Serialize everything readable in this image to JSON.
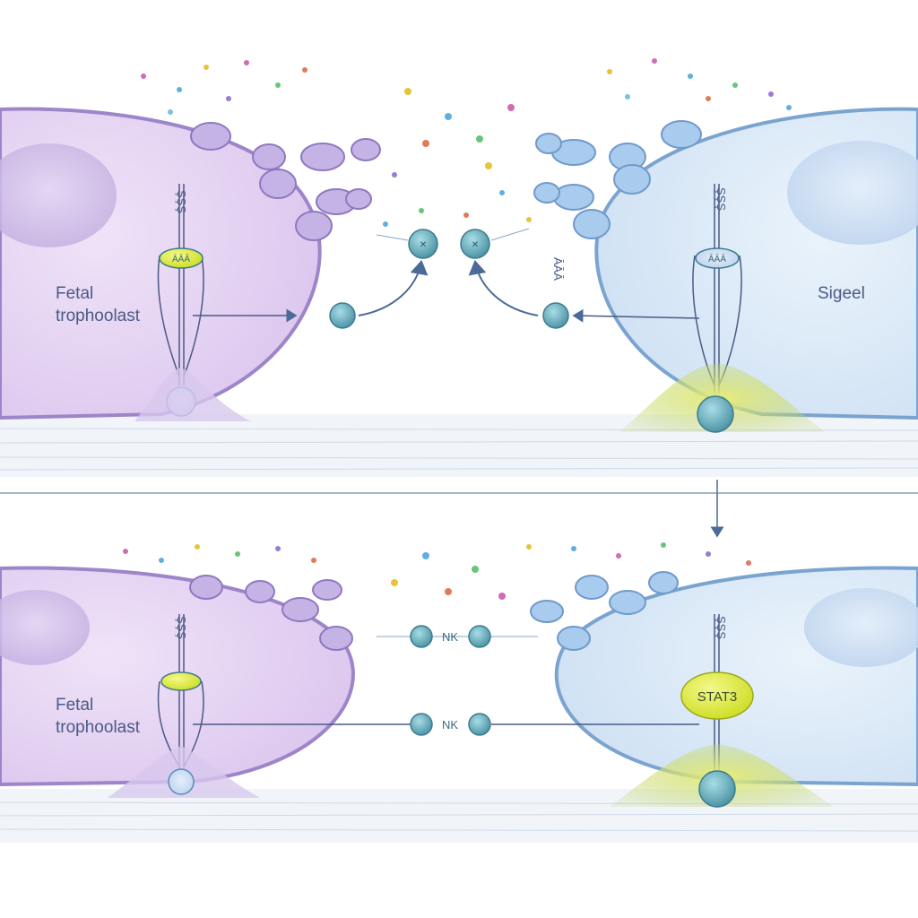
{
  "panels": {
    "top": {
      "left_cell_label": [
        "Fetal",
        "trophoolast"
      ],
      "right_cell_label": "Sigeel",
      "left_receptor_text": "ĀĀĀ",
      "right_receptor_text": "ĀĀĀ",
      "left_pathway_text": "ŞŞŞ",
      "right_pathway_text": "ŞŞŞ",
      "right_side_mark": "ĀĀĀ",
      "right_protein_mark": "ĀĀĀ"
    },
    "bottom": {
      "left_cell_label": [
        "Fetal",
        "trophoolast"
      ],
      "upper_link_label": "NK",
      "lower_link_label": "NK",
      "stat_label": "STAT3",
      "left_pathway_text": "ŞŞŞ",
      "right_pathway_text": "ŞŞŞ"
    }
  },
  "colors": {
    "fetal_cell": "#e4d3f2",
    "fetal_cell_edge": "#9c86c9",
    "maternal_cell": "#dceaf8",
    "maternal_cell_edge": "#7aa4cf",
    "nucleus_left": "#cdbbe8",
    "nucleus_right": "#c9dcf3",
    "molecule": "#5fa6b4",
    "stat3": "#dce83a",
    "arrow": "#4a6a98"
  }
}
